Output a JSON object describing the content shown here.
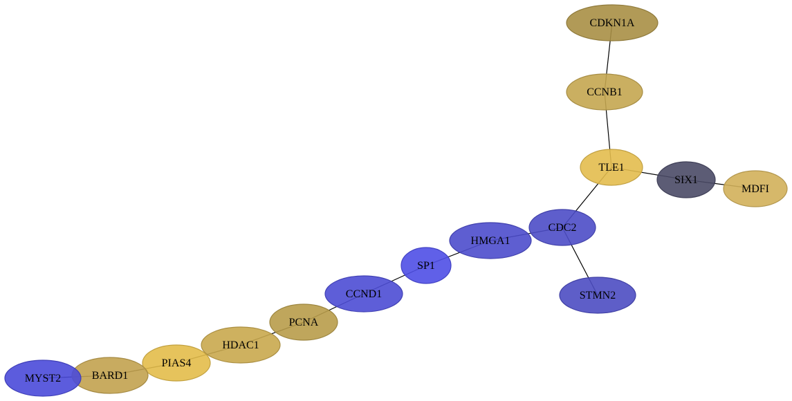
{
  "nodes": [
    {
      "id": "CDKN1A",
      "label": "CDKN1A",
      "color": "#a88f45"
    },
    {
      "id": "CCNB1",
      "label": "CCNB1",
      "color": "#c4a650"
    },
    {
      "id": "TLE1",
      "label": "TLE1",
      "color": "#e3bc4e"
    },
    {
      "id": "SIX1",
      "label": "SIX1",
      "color": "#4a4a66"
    },
    {
      "id": "MDFI",
      "label": "MDFI",
      "color": "#d1b05a"
    },
    {
      "id": "CDC2",
      "label": "CDC2",
      "color": "#4d4dc7"
    },
    {
      "id": "STMN2",
      "label": "STMN2",
      "color": "#4d4dc2"
    },
    {
      "id": "HMGA1",
      "label": "HMGA1",
      "color": "#4d4dcc"
    },
    {
      "id": "SP1",
      "label": "SP1",
      "color": "#4f4fe6"
    },
    {
      "id": "CCND1",
      "label": "CCND1",
      "color": "#4d4dd4"
    },
    {
      "id": "PCNA",
      "label": "PCNA",
      "color": "#b89c4a"
    },
    {
      "id": "HDAC1",
      "label": "HDAC1",
      "color": "#c9a84e"
    },
    {
      "id": "PIAS4",
      "label": "PIAS4",
      "color": "#e3bc4a"
    },
    {
      "id": "BARD1",
      "label": "BARD1",
      "color": "#c2a24f"
    },
    {
      "id": "MYST2",
      "label": "MYST2",
      "color": "#4a4ad9"
    }
  ],
  "edges": [
    [
      "CDKN1A",
      "CCNB1"
    ],
    [
      "CCNB1",
      "TLE1"
    ],
    [
      "TLE1",
      "SIX1"
    ],
    [
      "SIX1",
      "MDFI"
    ],
    [
      "TLE1",
      "CDC2"
    ],
    [
      "CDC2",
      "STMN2"
    ],
    [
      "CDC2",
      "HMGA1"
    ],
    [
      "HMGA1",
      "SP1"
    ],
    [
      "SP1",
      "CCND1"
    ],
    [
      "CCND1",
      "PCNA"
    ],
    [
      "PCNA",
      "HDAC1"
    ],
    [
      "HDAC1",
      "PIAS4"
    ],
    [
      "PIAS4",
      "BARD1"
    ],
    [
      "BARD1",
      "MYST2"
    ]
  ]
}
